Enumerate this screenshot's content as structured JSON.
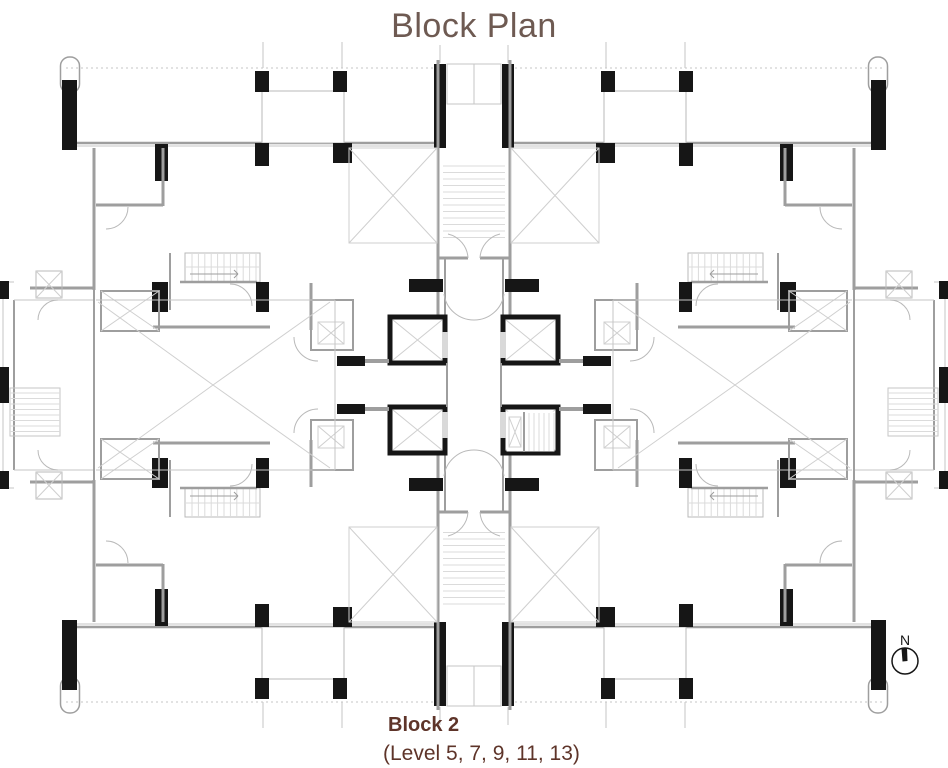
{
  "header": {
    "title": "Block Plan"
  },
  "footer": {
    "block_label": "Block 2",
    "levels_label": "(Level 5, 7, 9, 11, 13)"
  },
  "compass": {
    "north_label": "N"
  },
  "plan": {
    "colors": {
      "title_text": "#6E5A52",
      "footer_text": "#5E3429",
      "structure_black": "#161616",
      "wall_gray": "#9E9E9E",
      "thin_line": "#C6C6C6",
      "stair_tread": "#DBDBDB",
      "cross_line": "#CFCFCF",
      "background": "#FFFFFF"
    }
  }
}
